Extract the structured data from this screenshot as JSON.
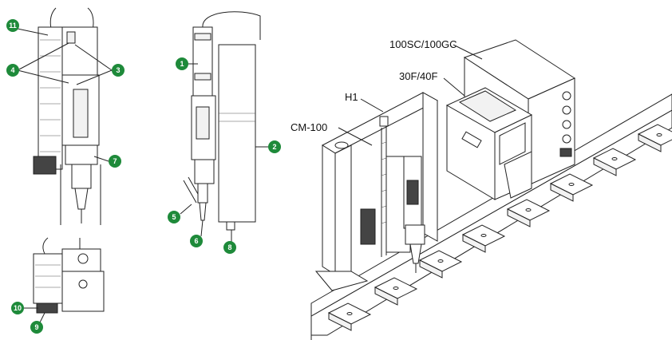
{
  "colors": {
    "badge": "#1e8a3a",
    "line": "#222222"
  },
  "callouts": [
    "1",
    "2",
    "3",
    "4",
    "5",
    "6",
    "7",
    "8",
    "9",
    "10",
    "11"
  ],
  "model_labels": {
    "controller": "100SC/100GC",
    "feeder": "30F/40F",
    "hand": "H1",
    "column": "CM-100"
  }
}
